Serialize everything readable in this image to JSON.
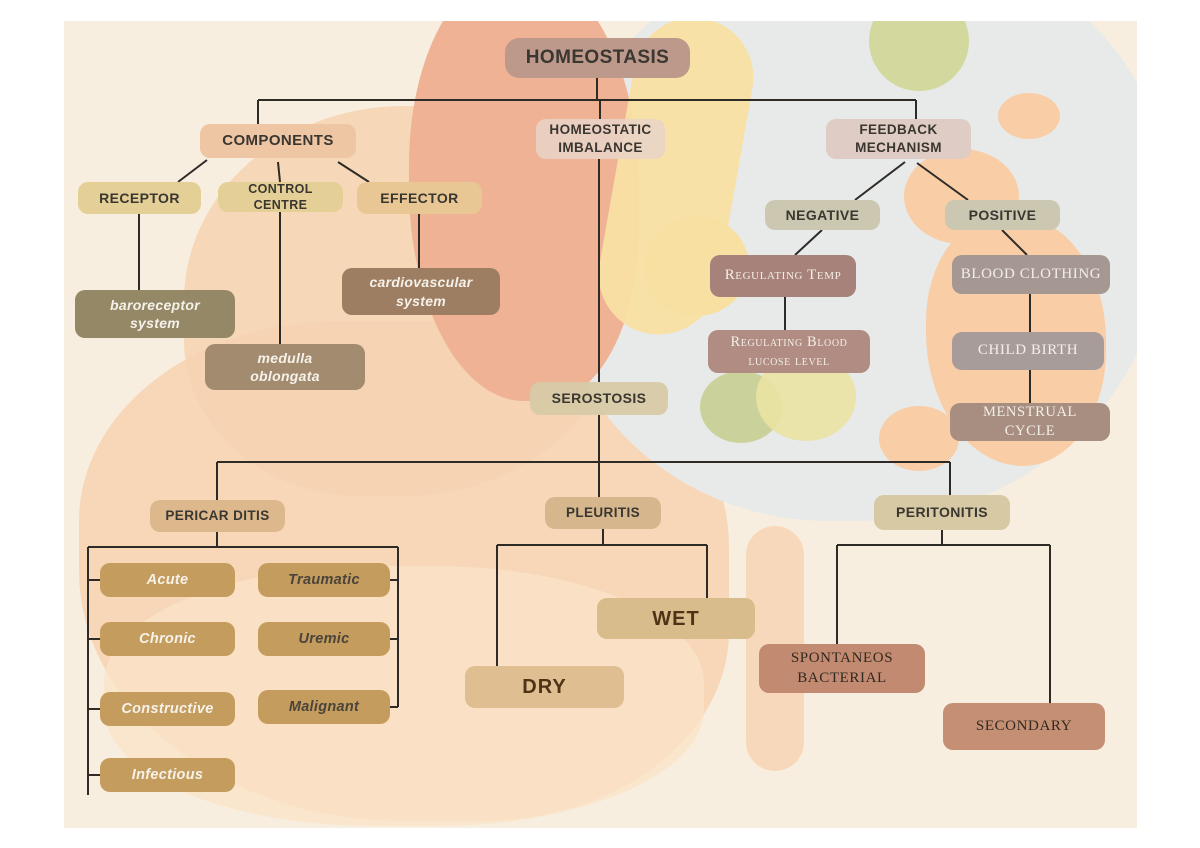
{
  "diagram_title": "HOMEOSTASIS",
  "nodes": {
    "homeostasis": {
      "label": "HOMEOSTASIS"
    },
    "components": {
      "label": "COMPONENTS"
    },
    "homeostatic_imbalance": {
      "lines": [
        "HOMEOSTATIC",
        "IMBALANCE"
      ]
    },
    "feedback_mechanism": {
      "lines": [
        "FEEDBACK",
        "MECHANISM"
      ]
    },
    "receptor": {
      "label": "RECEPTOR"
    },
    "control_centre": {
      "label": "CONTROL CENTRE"
    },
    "effector": {
      "label": "EFFECTOR"
    },
    "baroreceptor_system": {
      "lines": [
        "baroreceptor",
        "system"
      ]
    },
    "medulla_oblongata": {
      "lines": [
        "medulla",
        "oblongata"
      ]
    },
    "cardiovascular_system": {
      "lines": [
        "cardiovascular",
        "system"
      ]
    },
    "negative": {
      "label": "NEGATIVE"
    },
    "positive": {
      "label": "POSITIVE"
    },
    "regulating_temp": {
      "label": "Regulating Temp"
    },
    "regulating_blood_glucose": {
      "lines": [
        "Regulating Blood",
        "lucose level"
      ]
    },
    "blood_clothing": {
      "label": "BLOOD CLOTHING"
    },
    "child_birth": {
      "label": "CHILD BIRTH"
    },
    "menstrual_cycle": {
      "label": "MENSTRUAL CYCLE"
    },
    "serostosis": {
      "label": "SEROSTOSIS"
    },
    "pericarditis": {
      "label": "PERICAR DITIS"
    },
    "pleuritis": {
      "label": "PLEURITIS"
    },
    "peritonitis": {
      "label": "PERITONITIS"
    },
    "acute": {
      "label": "Acute"
    },
    "chronic": {
      "label": "Chronic"
    },
    "constructive": {
      "label": "Constructive"
    },
    "infectious": {
      "label": "Infectious"
    },
    "traumatic": {
      "label": "Traumatic"
    },
    "uremic": {
      "label": "Uremic"
    },
    "malignant": {
      "label": "Malignant"
    },
    "wet": {
      "label": "WET"
    },
    "dry": {
      "label": "DRY"
    },
    "spontaneos_bacterial": {
      "lines": [
        "SPONTANEOS",
        "BACTERIAL"
      ]
    },
    "secondary": {
      "label": "SECONDARY"
    }
  },
  "palette": {
    "canvas_bg": "#f7eedf",
    "connector_line": "#2e2b27",
    "homeostasis_box": "#bd998c",
    "components_box": "#eec6a4",
    "imbalance_box": "#e9d3c7",
    "feedback_box": "#dfccc4",
    "receptor_box": "#e4d097",
    "effector_box": "#e8c795",
    "olive_box": "#948867",
    "brown_box": "#9d7e63",
    "sage_box": "#cbc7b1",
    "mauve_box": "#a6827a",
    "gray_mauve_box": "#a59792",
    "serostosis_box": "#d8caa7",
    "tan_box": "#dcb88c",
    "khaki_box": "#d6c9a3",
    "camel_box": "#c49c5d",
    "clay_box": "#c28a70",
    "blob_peach": "#f7d7b8",
    "blob_salmon": "#efb294",
    "blob_gray_blue": "#e7eae8",
    "blob_yellow": "#f8e0a2",
    "blob_green": "#d3d99e",
    "blob_orange": "#f9cda6"
  }
}
